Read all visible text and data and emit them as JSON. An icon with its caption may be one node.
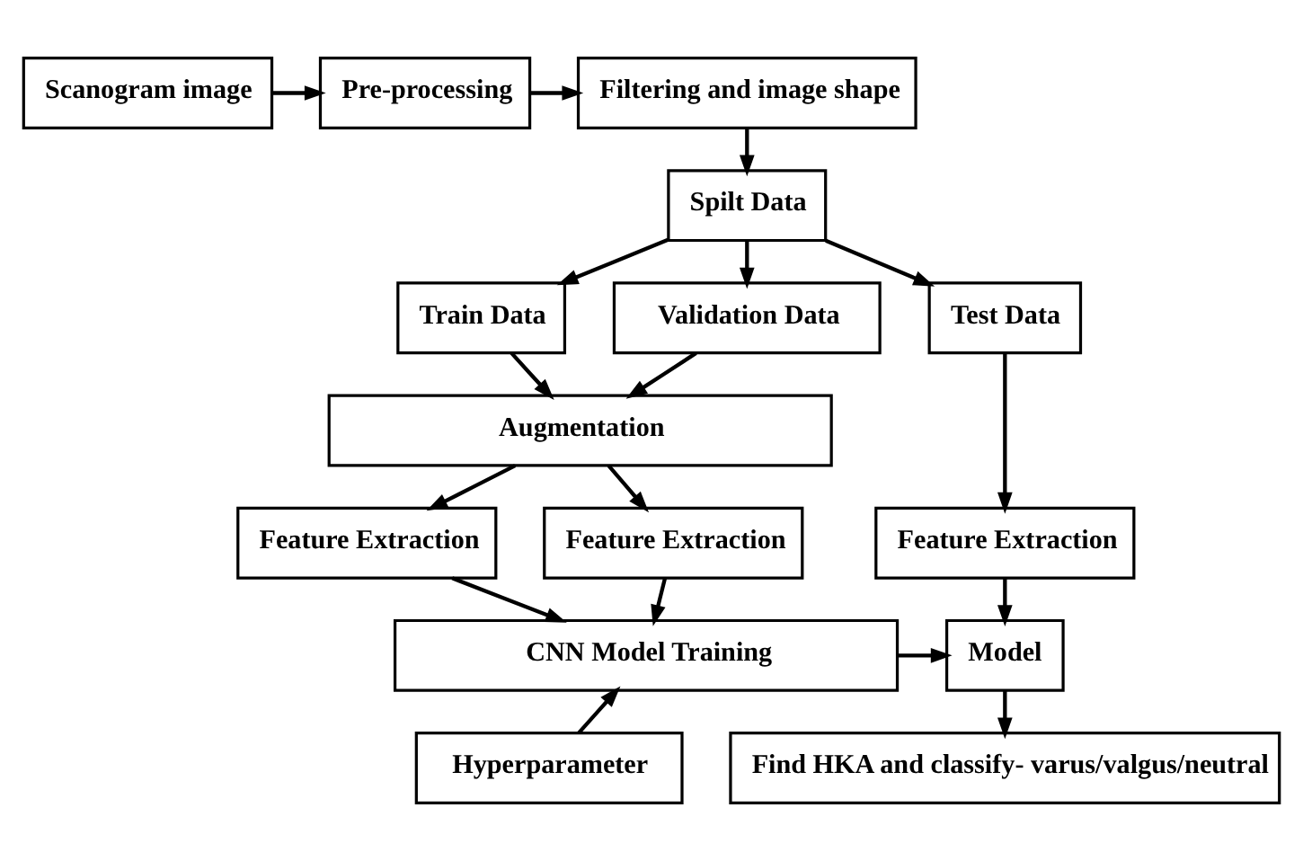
{
  "diagram": {
    "nodes": [
      {
        "text": [
          "Scanogram image"
        ]
      },
      {
        "text": [
          "Pre-processing"
        ]
      },
      {
        "text": [
          "Filtering and image shape"
        ]
      },
      {
        "text": [
          "Spilt Data"
        ]
      },
      {
        "text": [
          "Train Data"
        ]
      },
      {
        "text": [
          "Validation Data"
        ]
      },
      {
        "text": [
          "Test Data"
        ]
      },
      {
        "text": [
          "Augmentation"
        ]
      },
      {
        "text": [
          "Feature Extraction"
        ]
      },
      {
        "text": [
          "Feature Extraction"
        ]
      },
      {
        "text": [
          "Feature Extraction"
        ]
      },
      {
        "text": [
          "CNN Model Training"
        ]
      },
      {
        "text": [
          "Model"
        ]
      },
      {
        "text": [
          "Hyperparameter"
        ]
      },
      {
        "text": [
          "Find HKA and classify- varus/valgus/neutral"
        ]
      }
    ],
    "edges": [
      {
        "from": 0,
        "to": 1,
        "arrow": "to"
      },
      {
        "from": 1,
        "to": 2,
        "arrow": "to"
      },
      {
        "from": 2,
        "to": 3,
        "arrow": "to"
      },
      {
        "from": 3,
        "to": 4,
        "arrow": "to"
      },
      {
        "from": 3,
        "to": 5,
        "arrow": "to"
      },
      {
        "from": 3,
        "to": 6,
        "arrow": "to"
      },
      {
        "from": 4,
        "to": 7,
        "arrow": "to"
      },
      {
        "from": 5,
        "to": 7,
        "arrow": "to"
      },
      {
        "from": 7,
        "to": 8,
        "arrow": "to"
      },
      {
        "from": 7,
        "to": 9,
        "arrow": "to"
      },
      {
        "from": 6,
        "to": 10,
        "arrow": "to"
      },
      {
        "from": 8,
        "to": 11,
        "arrow": "to"
      },
      {
        "from": 9,
        "to": 11,
        "arrow": "to"
      },
      {
        "from": 11,
        "to": 12,
        "arrow": "to"
      },
      {
        "from": 10,
        "to": 12,
        "arrow": "to"
      },
      {
        "from": 13,
        "to": 11,
        "arrow": "to"
      },
      {
        "from": 12,
        "to": 14,
        "arrow": "to"
      }
    ]
  }
}
